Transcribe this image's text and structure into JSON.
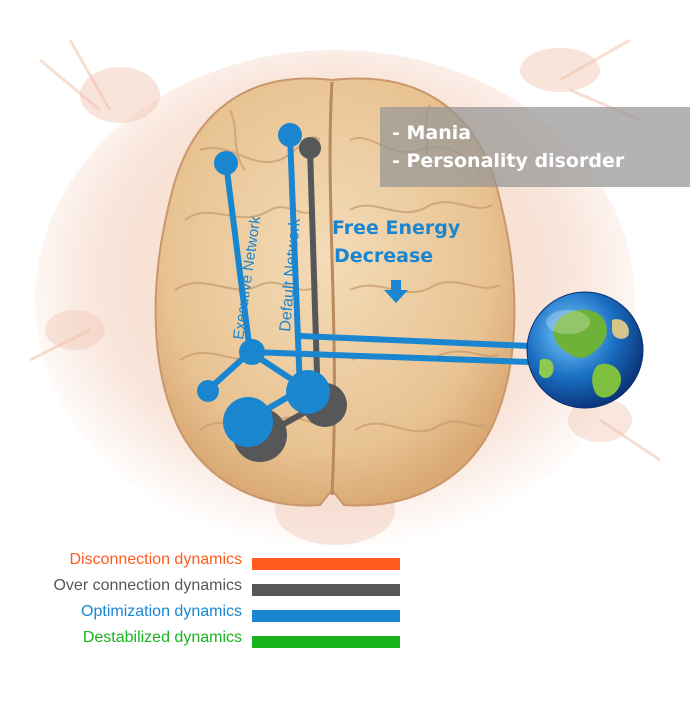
{
  "callout": {
    "lines": [
      "- Mania",
      "- Personality disorder"
    ]
  },
  "free_energy": {
    "line1": "Free Energy",
    "line2": "Decrease"
  },
  "networks": {
    "executive": "Executive Network",
    "default": "Default Network"
  },
  "legend": [
    {
      "label": "Disconnection dynamics",
      "color": "#ff5a1f"
    },
    {
      "label": "Over connection dynamics",
      "color": "#555759"
    },
    {
      "label": "Optimization dynamics",
      "color": "#1a86d0"
    },
    {
      "label": "Destabilized dynamics",
      "color": "#19b31e"
    }
  ],
  "colors": {
    "network_blue": "#1a86d0",
    "over_dark": "#555759",
    "brain": "#e9c79b",
    "splash": "#f1c4b0"
  },
  "icons": [
    "brain-image",
    "globe-icon",
    "down-arrow-icon"
  ]
}
